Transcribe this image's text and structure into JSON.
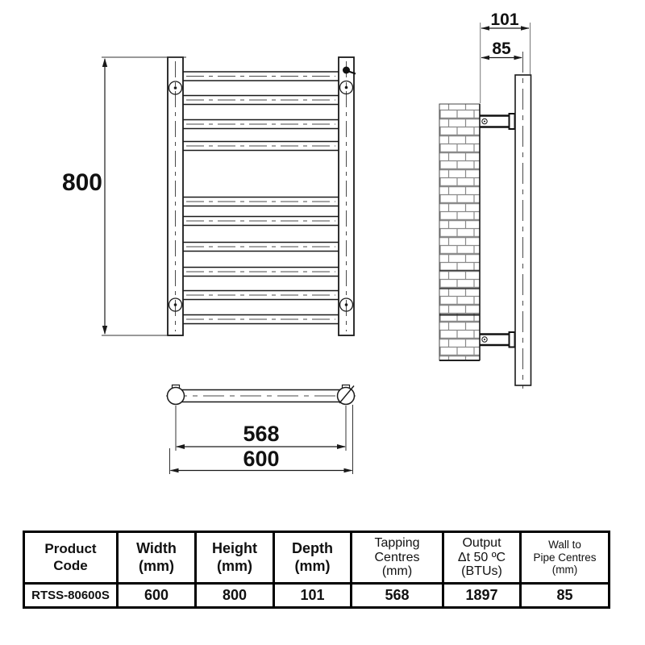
{
  "drawing": {
    "front_view": {
      "height_dim": "800"
    },
    "side_view": {
      "depth_dim": "101",
      "wall_to_pipe_dim": "85"
    },
    "top_view": {
      "tapping_centres_dim": "568",
      "width_dim": "600"
    }
  },
  "spec_table": {
    "headers": [
      "Product\nCode",
      "Width\n(mm)",
      "Height\n(mm)",
      "Depth\n(mm)",
      "Tapping\nCentres\n(mm)",
      "Output\nΔt 50 ºC\n(BTUs)",
      "Wall to\nPipe Centres\n(mm)"
    ],
    "row": [
      "RTSS-80600S",
      "600",
      "800",
      "101",
      "568",
      "1897",
      "85"
    ]
  },
  "colors": {
    "line": "#1a1a1a",
    "centerline": "#4a4a4a",
    "mortar": "#8a8a8a",
    "background": "#ffffff"
  }
}
